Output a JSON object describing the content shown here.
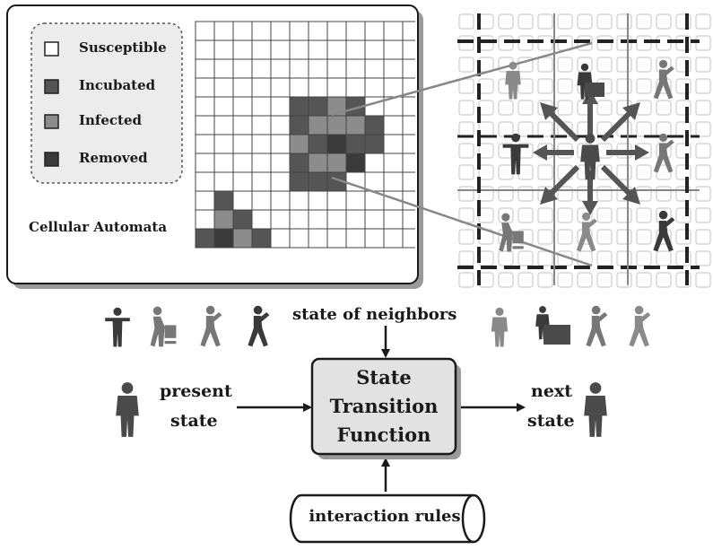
{
  "legend": {
    "items": [
      {
        "label": "Susceptible",
        "color": "#ffffff"
      },
      {
        "label": "Incubated",
        "color": "#555555"
      },
      {
        "label": "Infected",
        "color": "#8c8c8c"
      },
      {
        "label": "Removed",
        "color": "#3a3a3a"
      }
    ]
  },
  "ca_panel": {
    "caption": "Cellular Automata"
  },
  "neighbors_label": "state of neighbors",
  "present_state": {
    "line1": "present",
    "line2": "state"
  },
  "next_state": {
    "line1": "next",
    "line2": "state"
  },
  "function_box": {
    "line1": "State",
    "line2": "Transition",
    "line3": "Function"
  },
  "rules": {
    "label": "interaction rules"
  },
  "colors": {
    "line": "#1a1a1a",
    "grid_line": "#444444",
    "figure": "#4a4a4a",
    "figure_light": "#777777",
    "box_fill": "#e2e2e2",
    "panel_shadow": "#9a9a9a"
  },
  "figure_icons": [
    "standing-person-icon",
    "person-pushing-cart-icon",
    "walking-person-icon",
    "person-at-desk-icon",
    "person-carrying-box-icon",
    "running-person-icon"
  ]
}
